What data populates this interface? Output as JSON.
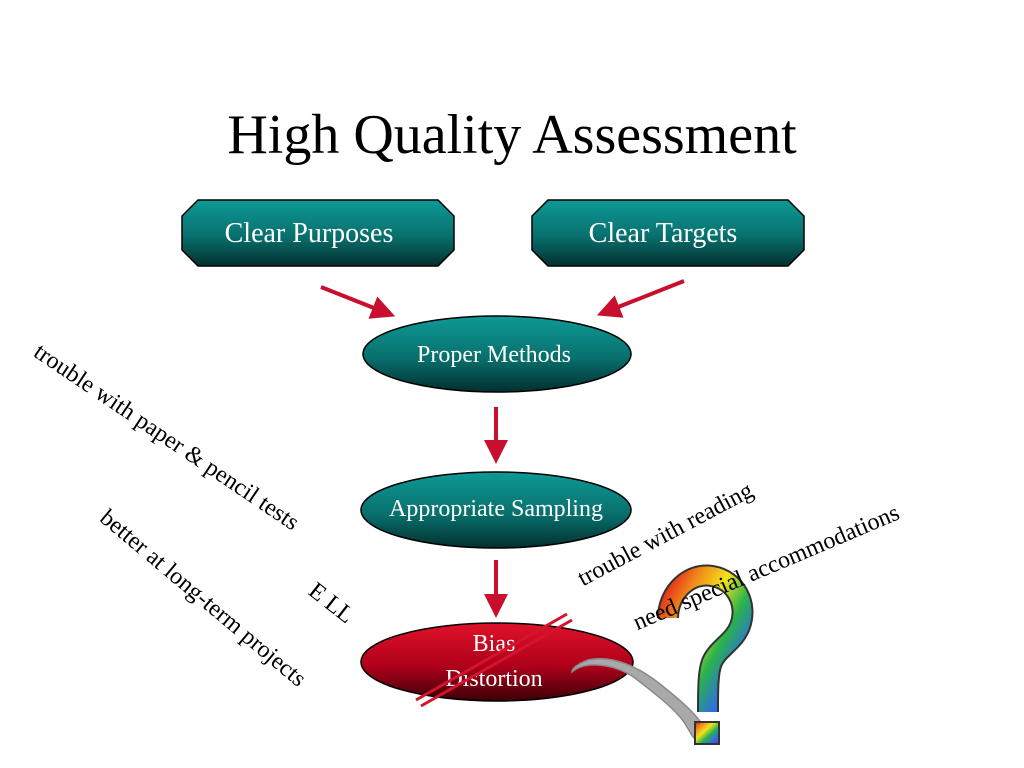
{
  "title": "High Quality Assessment",
  "shapes": {
    "clear_purposes": "Clear Purposes",
    "clear_targets": "Clear Targets",
    "proper_methods": "Proper Methods",
    "appropriate_sampling": "Appropriate Sampling",
    "bias_line1": "Bias",
    "bias_line2": "Distortion"
  },
  "annotations": {
    "paper_pencil": "trouble with paper & pencil tests",
    "long_term": "better at long-term projects",
    "ell": "E LL",
    "reading": "trouble with reading",
    "accommodations": "need special accommodations"
  },
  "colors": {
    "teal": "#0b7f7c",
    "teal_dark": "#033e3d",
    "red": "#c8001a",
    "arrow": "#c8102e"
  }
}
